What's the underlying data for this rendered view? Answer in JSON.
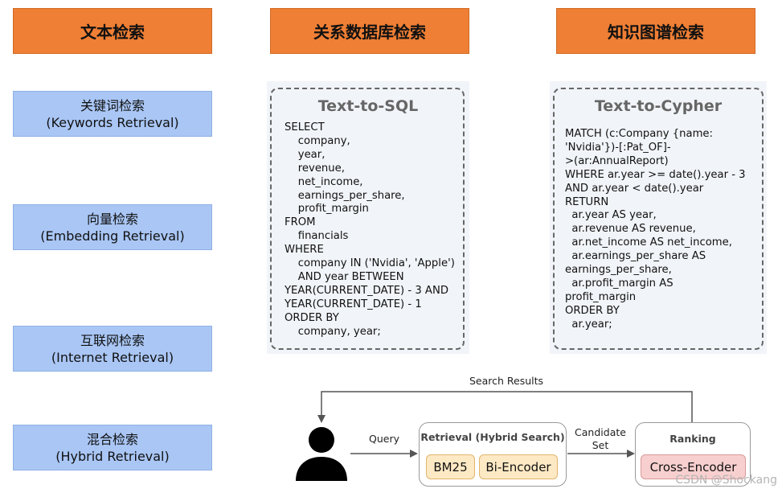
{
  "headers": {
    "text_search": "文本检索",
    "relational_db_search": "关系数据库检索",
    "knowledge_graph_search": "知识图谱检索"
  },
  "categories": {
    "keywords": {
      "name": "关键词检索",
      "english": "(Keywords Retrieval)"
    },
    "embedding": {
      "name": "向量检索",
      "english": "(Embedding Retrieval)"
    },
    "internet": {
      "name": "互联网检索",
      "english": "(Internet Retrieval)"
    },
    "hybrid": {
      "name": "混合检索",
      "english": "(Hybrid Retrieval)"
    }
  },
  "sql_panel": {
    "title": "Text-to-SQL",
    "code": "SELECT\n    company,\n    year,\n    revenue,\n    net_income,\n    earnings_per_share,\n    profit_margin\nFROM\n    financials\nWHERE\n    company IN ('Nvidia', 'Apple')\n    AND year BETWEEN\nYEAR(CURRENT_DATE) - 3 AND\nYEAR(CURRENT_DATE) - 1\nORDER BY\n    company, year;"
  },
  "cypher_panel": {
    "title": "Text-to-Cypher",
    "code": "MATCH (c:Company {name:\n'Nvidia'})-[:Pat_OF]-\n>(ar:AnnualReport)\nWHERE ar.year >= date().year - 3\nAND ar.year < date().year\nRETURN\n  ar.year AS year,\n  ar.revenue AS revenue,\n  ar.net_income AS net_income,\n  ar.earnings_per_share AS\nearnings_per_share,\n  ar.profit_margin AS\nprofit_margin\nORDER BY\n  ar.year;"
  },
  "flow": {
    "search_results_label": "Search Results",
    "query_label": "Query",
    "candidate_label_line1": "Candidate",
    "candidate_label_line2": "Set",
    "retrieval_title": "Retrieval (Hybrid Search)",
    "bm25_label": "BM25",
    "bi_encoder_label": "Bi-Encoder",
    "ranking_title": "Ranking",
    "cross_encoder_label": "Cross-Encoder",
    "user_icon": "user-icon"
  },
  "watermark": "CSDN @Shockang",
  "colors": {
    "header_orange": "#ef7f35",
    "category_blue": "#a9c6f5",
    "panel_bg": "#f1f4f8",
    "chip_yellow": "#fde9c4",
    "chip_red": "#f8cfcf"
  }
}
